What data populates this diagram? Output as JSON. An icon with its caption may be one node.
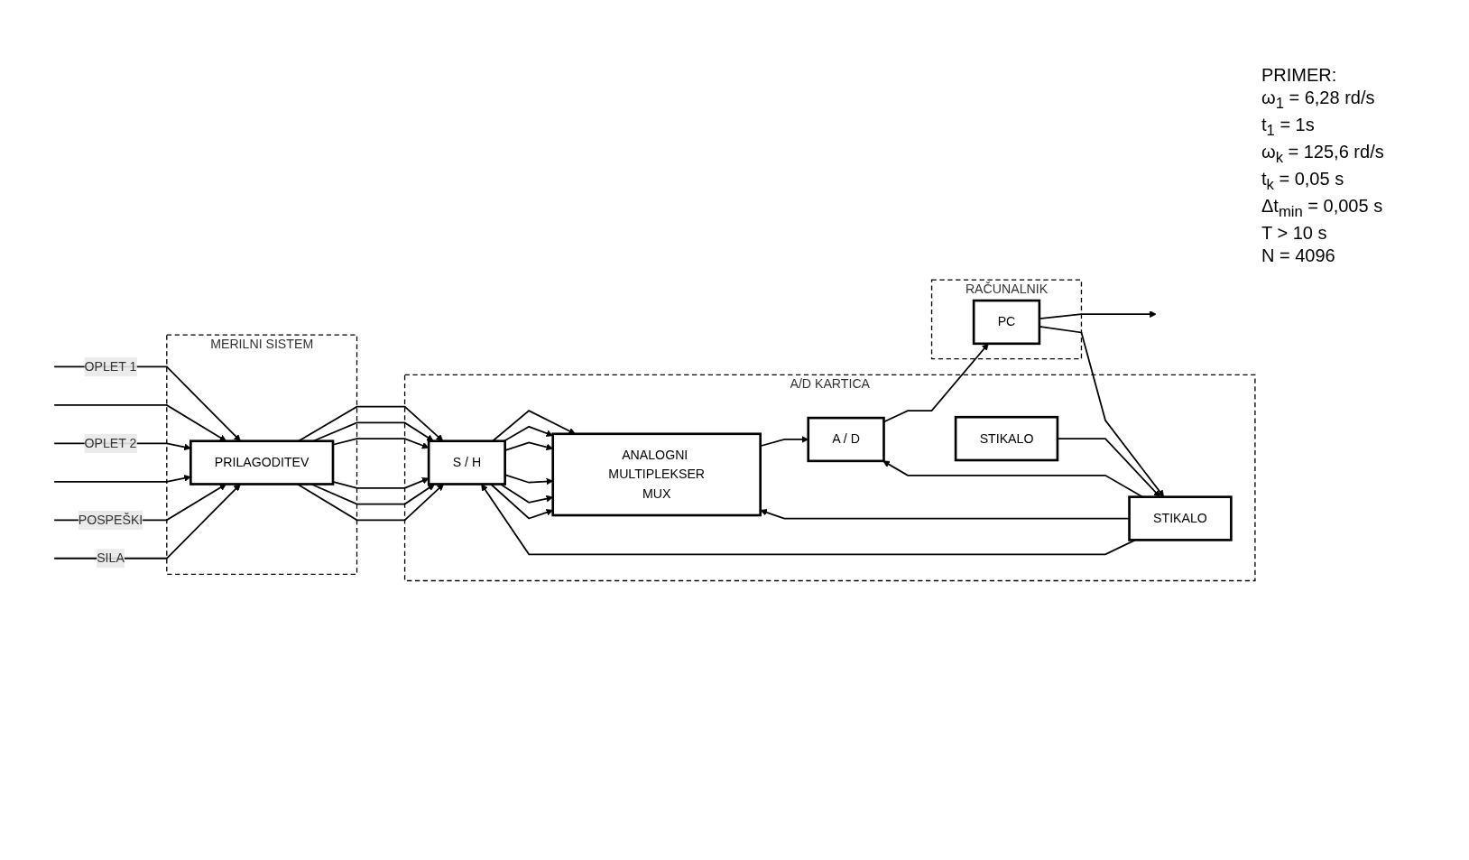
{
  "diagram": {
    "nodes": [
      {
        "text": [
          "MERILNI SISTEM"
        ]
      },
      {
        "text": [
          "PRILAGODITEV"
        ],
        "in": 0
      },
      {
        "text": [
          "A/D KARTICA"
        ]
      },
      {
        "text": [
          "S / H"
        ],
        "in": 2
      },
      {
        "text": [
          "ANALOGNI MULTIPLEKSER",
          "MUX"
        ],
        "in": 2
      },
      {
        "text": [
          "A / D"
        ],
        "in": 2
      },
      {
        "text": [
          "STIKALO"
        ],
        "in": 2
      },
      {
        "text": [
          "STIKALO"
        ],
        "in": 2
      },
      {
        "text": [
          "RAČUNALNIK"
        ]
      },
      {
        "text": [
          "PC"
        ],
        "in": 8
      }
    ],
    "edges": [
      {
        "from": null,
        "to": 1,
        "arrow": "to",
        "label": "OPLET 1"
      },
      {
        "from": null,
        "to": 1,
        "arrow": "to"
      },
      {
        "from": null,
        "to": 1,
        "arrow": "to",
        "label": "OPLET 2"
      },
      {
        "from": null,
        "to": 1,
        "arrow": "to"
      },
      {
        "from": null,
        "to": 1,
        "arrow": "to",
        "label": "POSPEŠKI"
      },
      {
        "from": null,
        "to": 1,
        "arrow": "to",
        "label": "SILA"
      },
      {
        "from": 1,
        "to": 3,
        "arrow": "to"
      },
      {
        "from": 1,
        "to": 3,
        "arrow": "to"
      },
      {
        "from": 1,
        "to": 3,
        "arrow": "to"
      },
      {
        "from": 1,
        "to": 3,
        "arrow": "to"
      },
      {
        "from": 1,
        "to": 3,
        "arrow": "to"
      },
      {
        "from": 1,
        "to": 3,
        "arrow": "to"
      },
      {
        "from": 3,
        "to": 4,
        "arrow": "to"
      },
      {
        "from": 3,
        "to": 4,
        "arrow": "to"
      },
      {
        "from": 3,
        "to": 4,
        "arrow": "to"
      },
      {
        "from": 3,
        "to": 4,
        "arrow": "to"
      },
      {
        "from": 3,
        "to": 4,
        "arrow": "to"
      },
      {
        "from": 3,
        "to": 4,
        "arrow": "to"
      },
      {
        "from": 4,
        "to": 5,
        "arrow": "to"
      },
      {
        "from": 5,
        "to": 9,
        "arrow": "to"
      },
      {
        "from": 9,
        "to": null,
        "arrow": "to"
      },
      {
        "from": 6,
        "to": 5,
        "arrow": "to"
      },
      {
        "from": 6,
        "to": 4,
        "arrow": "to"
      },
      {
        "from": 6,
        "to": 3,
        "arrow": "to"
      },
      {
        "from": 9,
        "to": 6,
        "arrow": "to"
      },
      {
        "from": 7,
        "to": 6,
        "arrow": "to"
      }
    ],
    "labels": [
      "PRIMER:",
      "ω$_{1}$ = 6,28 rd/s",
      "t$_{1}$ = 1s",
      "ω$_{k}$ = 125,6 rd/s",
      "t$_{k}$ = 0,05 s",
      "Δt$_{min}$ = 0,005 s",
      "T > 10 s",
      "N = 4096"
    ]
  }
}
